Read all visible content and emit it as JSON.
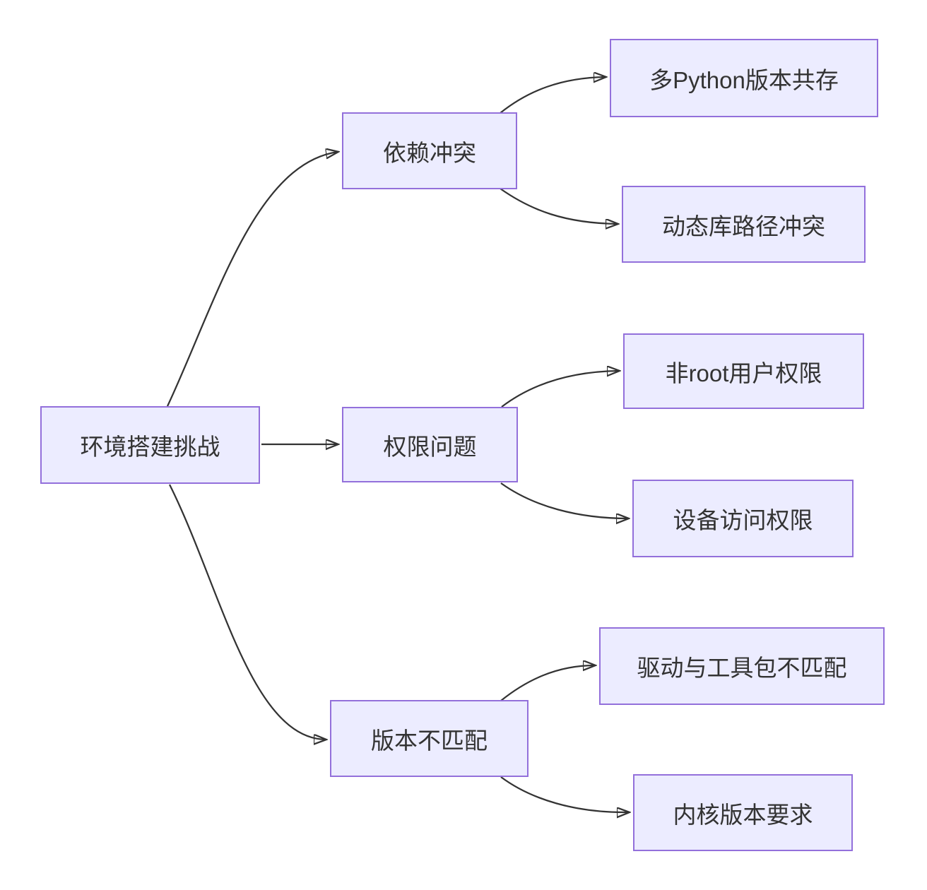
{
  "diagram": {
    "type": "flowchart",
    "direction": "left-to-right",
    "colors": {
      "node_fill": "#ECECFF",
      "node_border": "#9370DB",
      "edge": "#333333",
      "text": "#333333",
      "background": "#FFFFFF"
    },
    "nodes": [
      {
        "id": "root",
        "label": "环境搭建挑战"
      },
      {
        "id": "dep",
        "label": "依赖冲突"
      },
      {
        "id": "perm",
        "label": "权限问题"
      },
      {
        "id": "ver",
        "label": "版本不匹配"
      },
      {
        "id": "py",
        "label": "多Python版本共存"
      },
      {
        "id": "dyn",
        "label": "动态库路径冲突"
      },
      {
        "id": "nonroot",
        "label": "非root用户权限"
      },
      {
        "id": "dev",
        "label": "设备访问权限"
      },
      {
        "id": "drv",
        "label": "驱动与工具包不匹配"
      },
      {
        "id": "kern",
        "label": "内核版本要求"
      }
    ],
    "edges": [
      {
        "from": "环境搭建挑战",
        "to": "依赖冲突"
      },
      {
        "from": "环境搭建挑战",
        "to": "权限问题"
      },
      {
        "from": "环境搭建挑战",
        "to": "版本不匹配"
      },
      {
        "from": "依赖冲突",
        "to": "多Python版本共存"
      },
      {
        "from": "依赖冲突",
        "to": "动态库路径冲突"
      },
      {
        "from": "权限问题",
        "to": "非root用户权限"
      },
      {
        "from": "权限问题",
        "to": "设备访问权限"
      },
      {
        "from": "版本不匹配",
        "to": "驱动与工具包不匹配"
      },
      {
        "from": "版本不匹配",
        "to": "内核版本要求"
      }
    ]
  }
}
